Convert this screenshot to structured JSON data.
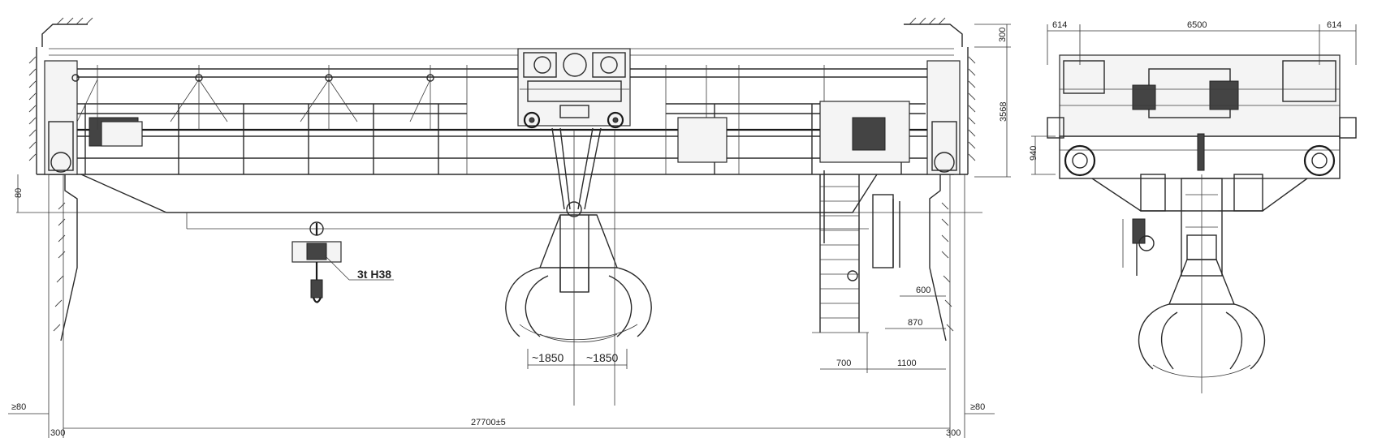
{
  "drawing": {
    "hoist_label": "3t H38",
    "dimensions": {
      "span": "27700±5",
      "rail_offset_left": "300",
      "rail_offset_right": "300",
      "grab_half_left": "~1850",
      "grab_half_right": "~1850",
      "ladder_width": "700",
      "ladder_gap": "1100",
      "cab_dim_870": "870",
      "cab_dim_600": "600",
      "height_total": "3568",
      "height_top": "300",
      "height_80": "80",
      "bottom_left_80": "≥80",
      "bottom_right_80": "≥80",
      "side_left": "614",
      "side_mid": "6500",
      "side_right": "614",
      "side_height": "940"
    }
  }
}
